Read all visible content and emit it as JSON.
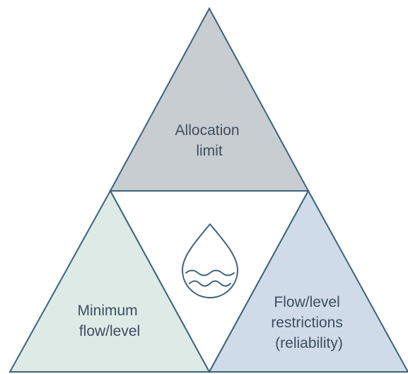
{
  "diagram": {
    "top": {
      "label_lines": [
        "Allocation",
        "limit"
      ],
      "fill": "#c8cdd2"
    },
    "left": {
      "label_lines": [
        "Minimum",
        "flow/level"
      ],
      "fill": "#ddeae6"
    },
    "right": {
      "label_lines": [
        "Flow/level",
        "restrictions",
        "(reliability)"
      ],
      "fill": "#cfdbe8"
    },
    "center": {
      "icon": "water-drop-icon",
      "fill": "#ffffff"
    },
    "colors": {
      "outline": "#3e6478",
      "text": "#3d4f5f"
    }
  }
}
